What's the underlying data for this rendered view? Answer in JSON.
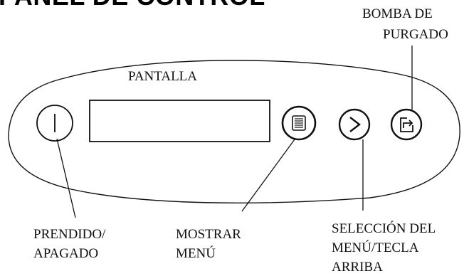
{
  "title": "PANEL DE CONTROL",
  "labels": {
    "bomba_line1": "BOMBA DE",
    "bomba_line2": "PURGADO",
    "pantalla": "PANTALLA",
    "prendido_line1": "PRENDIDO/",
    "prendido_line2": "APAGADO",
    "mostrar_line1": "MOSTRAR",
    "mostrar_line2": "MENÚ",
    "seleccion_line1": "SELECCIÓN DEL",
    "seleccion_line2": "MENÚ/TECLA",
    "seleccion_line3": "ARRIBA"
  },
  "colors": {
    "stroke": "#111111",
    "panel_fill": "#ffffff",
    "display_fill": "#ffffff"
  },
  "icons": {
    "power": "power-icon",
    "menu": "menu-icon",
    "select": "chevron-right-icon",
    "purge": "purge-icon"
  }
}
